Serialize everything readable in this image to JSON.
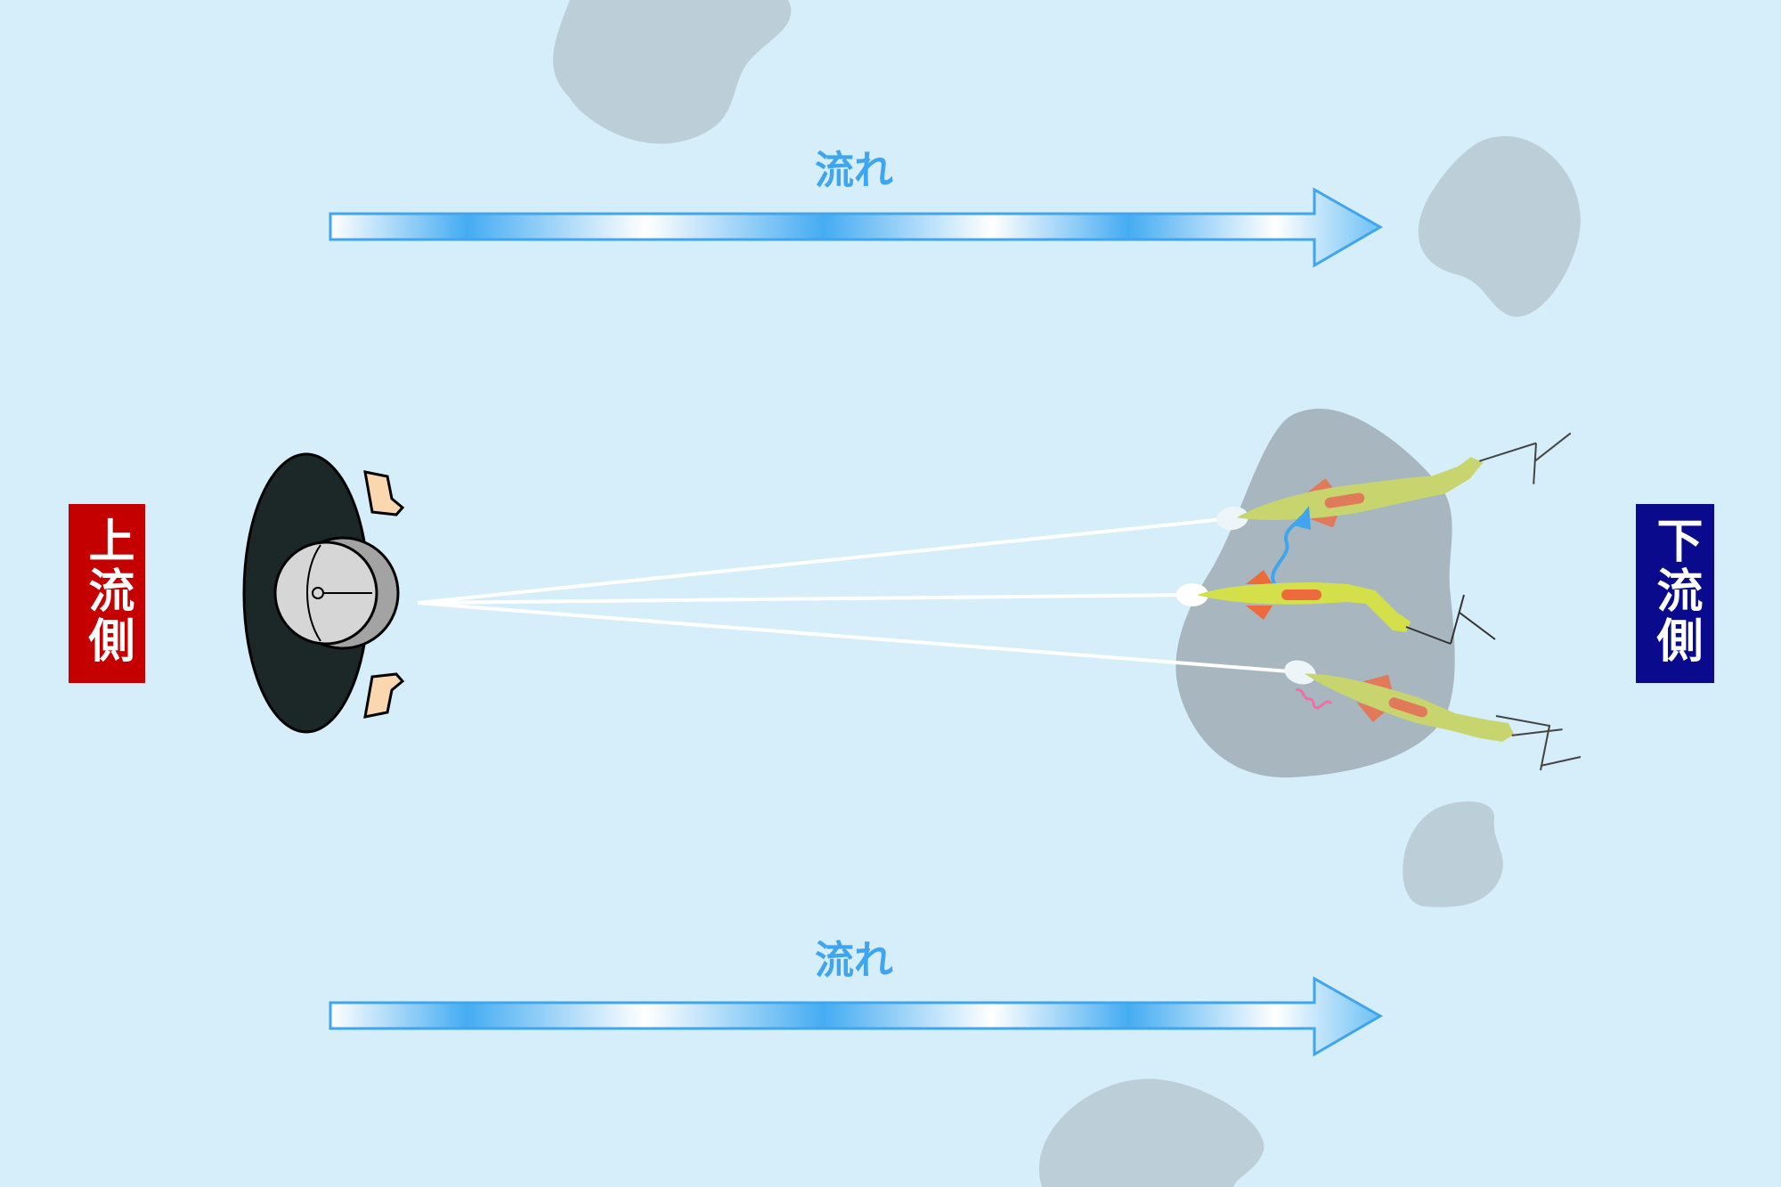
{
  "labels": {
    "upstream": "上流側",
    "downstream": "下流側",
    "flow_top": "流れ",
    "flow_bottom": "流れ"
  },
  "colors": {
    "water": "#d6edfa",
    "flow": "#3fa5ee",
    "upstream_bg": "#c40000",
    "downstream_bg": "#0a0a8c",
    "rock_light": "#bccfd9",
    "rock_dark": "#a8b7bf",
    "lure": "#d4e04a",
    "lure_accent": "#ec6a3c"
  }
}
